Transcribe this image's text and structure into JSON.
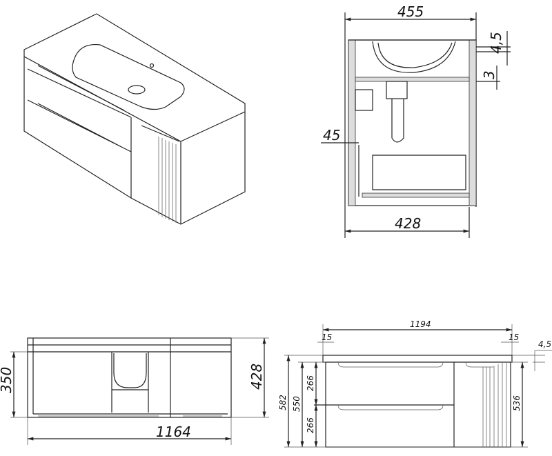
{
  "title": "Vanity unit with washbasin - dimension drawing",
  "views": {
    "isometric": {
      "label": "isometric-view"
    },
    "side_section": {
      "dims": {
        "depth_top": "455",
        "depth_bottom": "428",
        "back_offset": "45",
        "basin_lip": "4,5",
        "gap": "3"
      }
    },
    "top_section": {
      "dims": {
        "inner_height": "350",
        "height": "428",
        "width": "1164"
      }
    },
    "front": {
      "dims": {
        "top_width": "1194",
        "overhang_left": "15",
        "overhang_right": "15",
        "slab": "4,5",
        "total_height": "582",
        "body_height": "550",
        "drawer_top": "266",
        "drawer_bottom": "266",
        "door_height": "536"
      }
    }
  }
}
